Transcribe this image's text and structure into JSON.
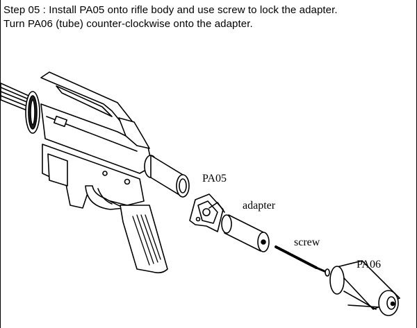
{
  "instructions": {
    "line1": "Step 05 : Install PA05 onto rifle body and use screw to lock the adapter.",
    "line2": "Turn PA06 (tube) counter-clockwise onto the adapter."
  },
  "labels": {
    "pa05": "PA05",
    "adapter": "adapter",
    "screw": "screw",
    "pa06": "PA06"
  },
  "colors": {
    "ink": "#000000",
    "paper": "#ffffff"
  }
}
